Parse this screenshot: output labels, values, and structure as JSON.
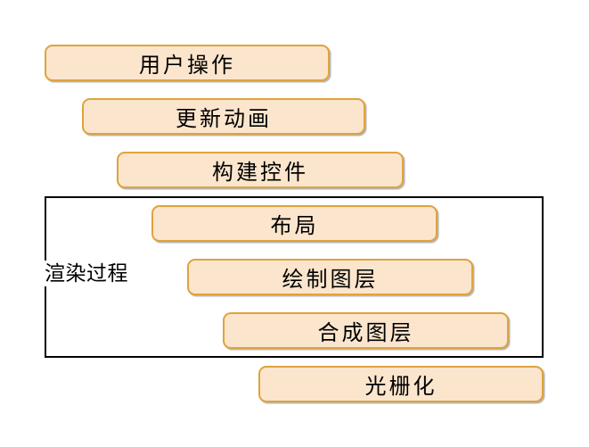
{
  "diagram": {
    "group": {
      "label": "渲染过程"
    },
    "steps": [
      {
        "label": "用户操作"
      },
      {
        "label": "更新动画"
      },
      {
        "label": "构建控件"
      },
      {
        "label": "布局"
      },
      {
        "label": "绘制图层"
      },
      {
        "label": "合成图层"
      },
      {
        "label": "光栅化"
      }
    ],
    "colors": {
      "background": "#FFFFFF",
      "box_fill": "#FBE5CD",
      "box_border": "#DFA33C",
      "group_border": "#000000",
      "text": "#000000"
    }
  }
}
